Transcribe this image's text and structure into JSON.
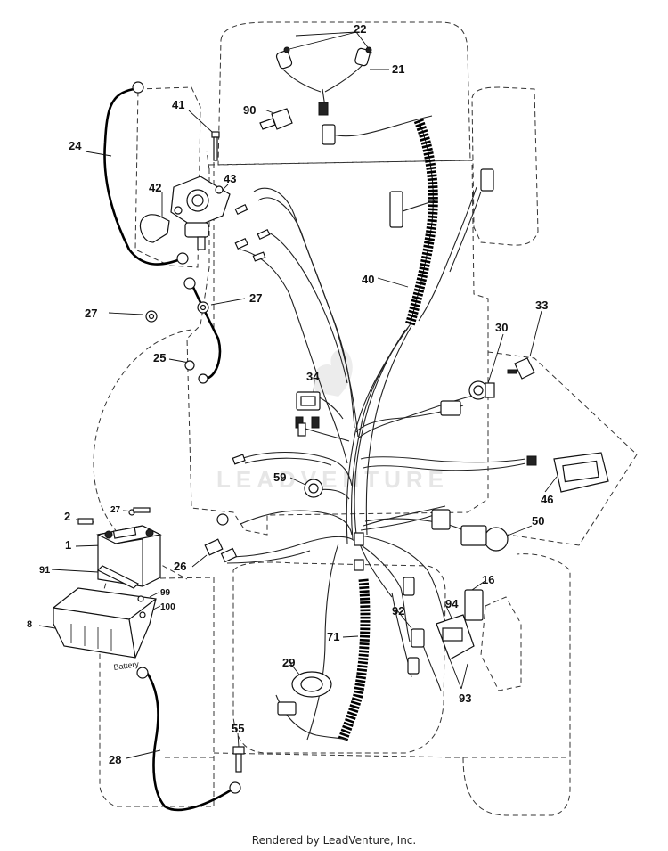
{
  "callouts": {
    "c1": "1",
    "c2": "2",
    "c8": "8",
    "c16": "16",
    "c21": "21",
    "c22": "22",
    "c24": "24",
    "c25": "25",
    "c26": "26",
    "c27a": "27",
    "c27b": "27",
    "c27c": "27",
    "c28": "28",
    "c29": "29",
    "c30": "30",
    "c33": "33",
    "c34": "34",
    "c40": "40",
    "c41": "41",
    "c42": "42",
    "c43": "43",
    "c46": "46",
    "c50": "50",
    "c55": "55",
    "c59": "59",
    "c71": "71",
    "c90": "90",
    "c91": "91",
    "c92": "92",
    "c93": "93",
    "c94": "94",
    "c99": "99",
    "c100": "100"
  },
  "battery_label": "Battery",
  "watermark": "LEADVENTURE",
  "footer": "Rendered by LeadVenture, Inc."
}
